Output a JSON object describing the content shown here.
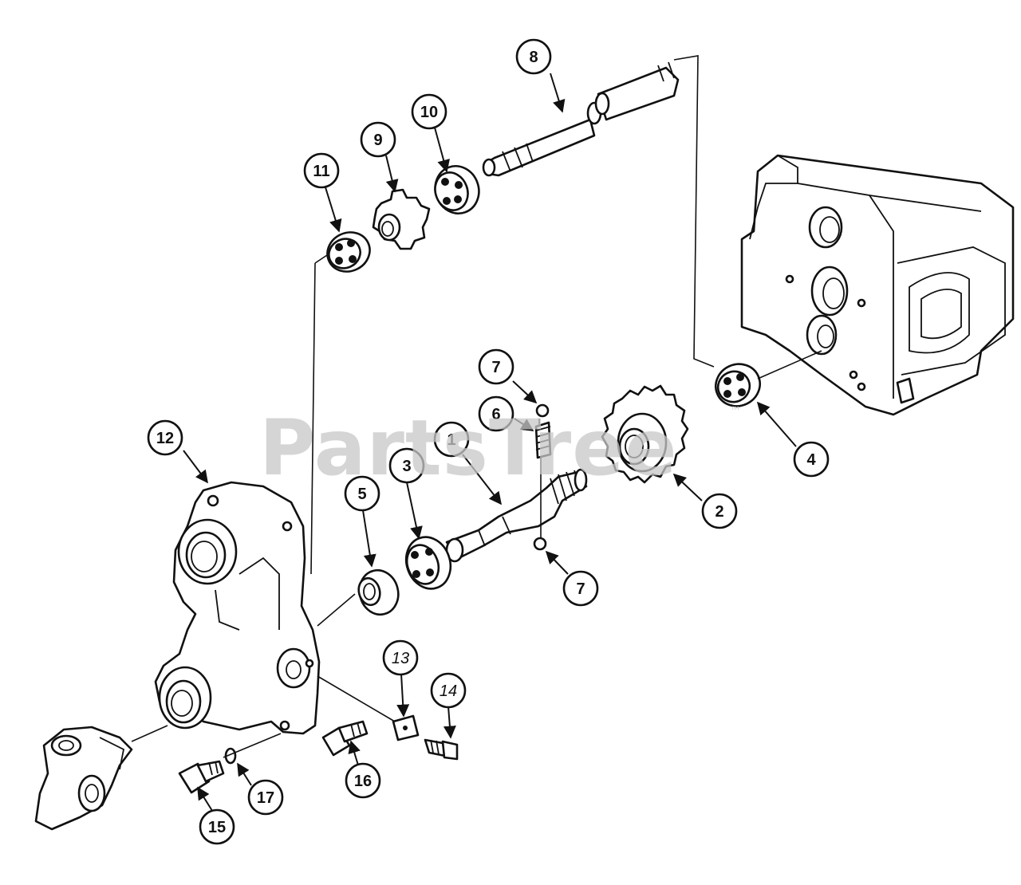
{
  "watermark": {
    "text": "PartsTree",
    "trademark": "™"
  },
  "callouts": [
    {
      "label": "1",
      "italic": false
    },
    {
      "label": "2",
      "italic": false
    },
    {
      "label": "3",
      "italic": false
    },
    {
      "label": "4",
      "italic": false
    },
    {
      "label": "5",
      "italic": false
    },
    {
      "label": "6",
      "italic": false
    },
    {
      "label": "7",
      "italic": false
    },
    {
      "label": "7",
      "italic": false
    },
    {
      "label": "8",
      "italic": false
    },
    {
      "label": "9",
      "italic": false
    },
    {
      "label": "10",
      "italic": false
    },
    {
      "label": "11",
      "italic": false
    },
    {
      "label": "12",
      "italic": false
    },
    {
      "label": "13",
      "italic": true
    },
    {
      "label": "14",
      "italic": true
    },
    {
      "label": "15",
      "italic": false
    },
    {
      "label": "16",
      "italic": false
    },
    {
      "label": "17",
      "italic": false
    }
  ]
}
